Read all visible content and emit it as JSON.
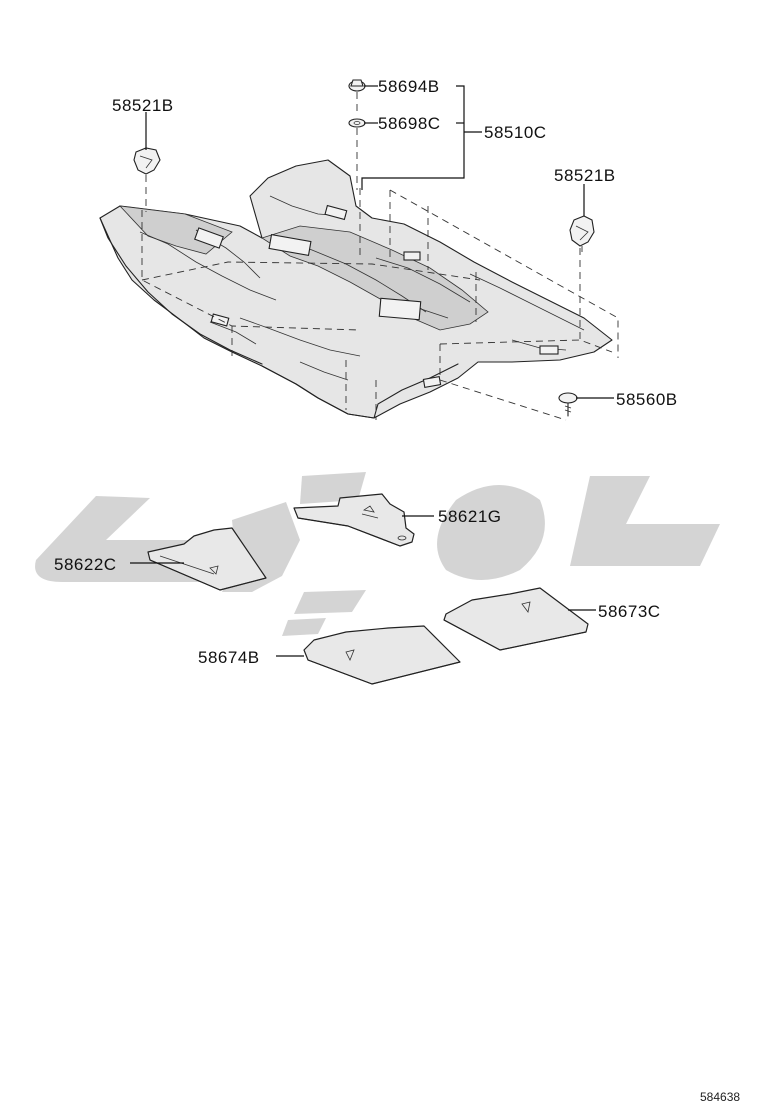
{
  "parts": {
    "p58694b": "58694B",
    "p58698c": "58698C",
    "p58510c": "58510C",
    "p58521b_left": "58521B",
    "p58521b_right": "58521B",
    "p58560b": "58560B",
    "p58621g": "58621G",
    "p58622c": "58622C",
    "p58673c": "58673C",
    "p58674b": "58674B"
  },
  "doc_id": "584638",
  "colors": {
    "line": "#222222",
    "carpet": "#e6e6e6",
    "watermark": "#c8c8c8"
  }
}
